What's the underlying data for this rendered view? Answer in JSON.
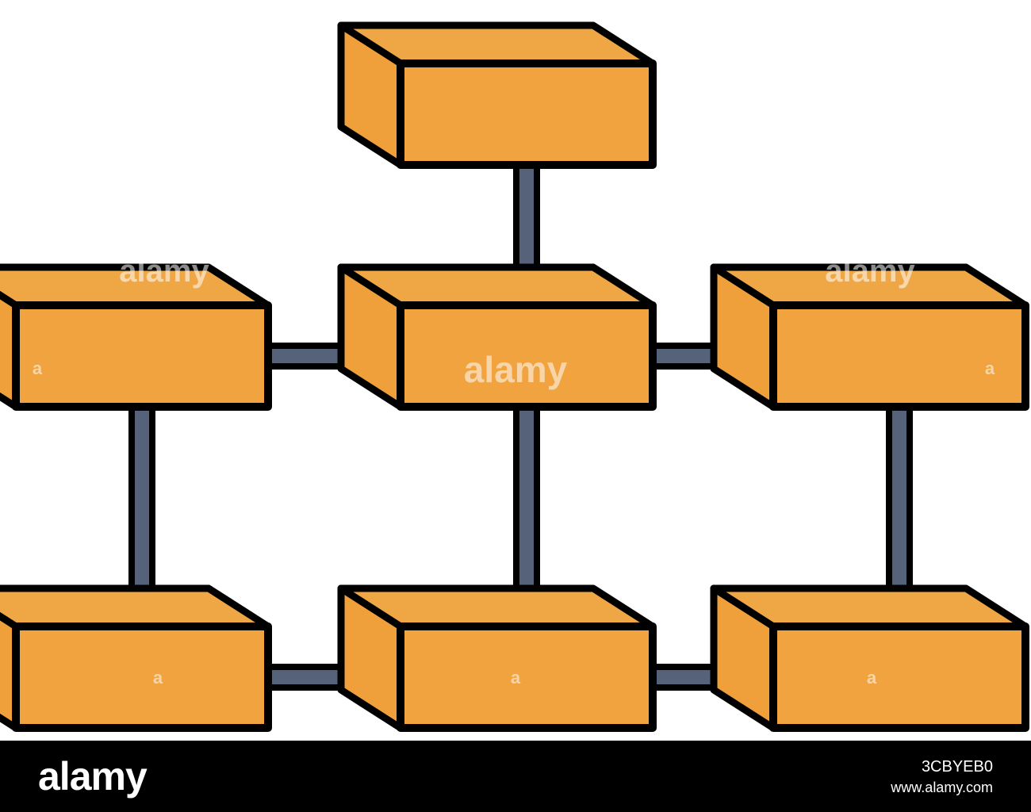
{
  "colors": {
    "box_front": "#f0a33e",
    "box_top": "#efa746",
    "box_side": "#f0a03a",
    "outline": "#000000",
    "connector": "#56627a",
    "background": "#ffffff",
    "footer": "#000000"
  },
  "diagram": {
    "nodes": [
      {
        "id": "top",
        "row": 0,
        "col": 1
      },
      {
        "id": "mid-left",
        "row": 1,
        "col": 0
      },
      {
        "id": "mid-center",
        "row": 1,
        "col": 1
      },
      {
        "id": "mid-right",
        "row": 1,
        "col": 2
      },
      {
        "id": "bottom-left",
        "row": 2,
        "col": 0
      },
      {
        "id": "bottom-center",
        "row": 2,
        "col": 1
      },
      {
        "id": "bottom-right",
        "row": 2,
        "col": 2
      }
    ],
    "edges": [
      [
        "top",
        "mid-center"
      ],
      [
        "mid-left",
        "mid-center"
      ],
      [
        "mid-center",
        "mid-right"
      ],
      [
        "mid-left",
        "bottom-left"
      ],
      [
        "mid-center",
        "bottom-center"
      ],
      [
        "mid-right",
        "bottom-right"
      ],
      [
        "bottom-left",
        "bottom-center"
      ],
      [
        "bottom-center",
        "bottom-right"
      ]
    ]
  },
  "watermark": {
    "main": "alamy",
    "small": "a"
  },
  "footer": {
    "logo": "alamy",
    "image_id": "3CBYEB0",
    "url": "www.alamy.com"
  }
}
